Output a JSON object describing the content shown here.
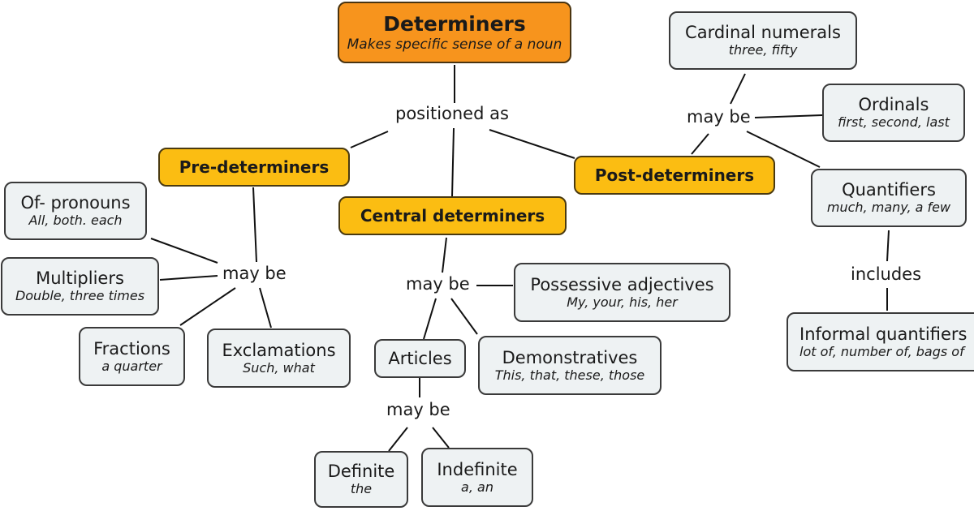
{
  "root": {
    "title": "Determiners",
    "subtitle": "Makes specific sense of a noun"
  },
  "labels": {
    "positioned_as": "positioned as",
    "pre_may_be": "may be",
    "central_may_be": "may be",
    "articles_may_be": "may be",
    "post_may_be": "may be",
    "quantifiers_includes": "includes"
  },
  "categories": {
    "pre": "Pre-determiners",
    "central": "Central determiners",
    "post": "Post-determiners"
  },
  "pre_items": {
    "of_pronouns": {
      "title": "Of- pronouns",
      "example": "All, both. each"
    },
    "multipliers": {
      "title": "Multipliers",
      "example": "Double, three times"
    },
    "fractions": {
      "title": "Fractions",
      "example": "a quarter"
    },
    "exclamations": {
      "title": "Exclamations",
      "example": "Such, what"
    }
  },
  "central_items": {
    "possessive": {
      "title": "Possessive adjectives",
      "example": "My, your, his, her"
    },
    "articles": {
      "title": "Articles"
    },
    "demonstratives": {
      "title": "Demonstratives",
      "example": "This, that, these, those"
    },
    "definite": {
      "title": "Definite",
      "example": "the"
    },
    "indefinite": {
      "title": "Indefinite",
      "example": "a, an"
    }
  },
  "post_items": {
    "cardinal": {
      "title": "Cardinal numerals",
      "example": "three, fifty"
    },
    "ordinals": {
      "title": "Ordinals",
      "example": "first, second, last"
    },
    "quantifiers": {
      "title": "Quantifiers",
      "example": "much, many, a few"
    },
    "informal": {
      "title": "Informal quantifiers",
      "example": "lot of, number of, bags of"
    }
  }
}
